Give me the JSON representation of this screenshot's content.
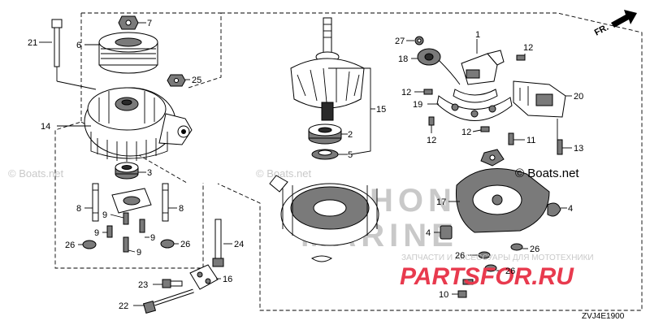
{
  "diagram": {
    "code": "ZVJ4E1900",
    "direction_label": "FR.",
    "watermarks": {
      "boats_left": "© Boats.net",
      "boats_mid": "© Boats.net",
      "boats_right": "© Boats.net",
      "brand_top": "HONDA",
      "brand_bottom": "MARINE",
      "shop_caption": "ЗАПЧАСТИ И АКСЕССУАРЫ ДЛЯ МОТОТЕХНИКИ",
      "shop_logo": "PARTSFOR.RU"
    },
    "callouts": {
      "c1": "1",
      "c2": "2",
      "c3": "3",
      "c4": "4",
      "c5": "5",
      "c6": "6",
      "c7": "7",
      "c8a": "8",
      "c8b": "8",
      "c9a": "9",
      "c9b": "9",
      "c9c": "9",
      "c9d": "9",
      "c10": "10",
      "c11": "11",
      "c12a": "12",
      "c12b": "12",
      "c12c": "12",
      "c12d": "12",
      "c13": "13",
      "c14": "14",
      "c15": "15",
      "c16": "16",
      "c17": "17",
      "c18": "18",
      "c19": "19",
      "c20": "20",
      "c21": "21",
      "c22": "22",
      "c23": "23",
      "c24": "24",
      "c25": "25",
      "c26a": "26",
      "c26b": "26",
      "c26c": "26",
      "c26d": "26",
      "c27": "27"
    }
  }
}
